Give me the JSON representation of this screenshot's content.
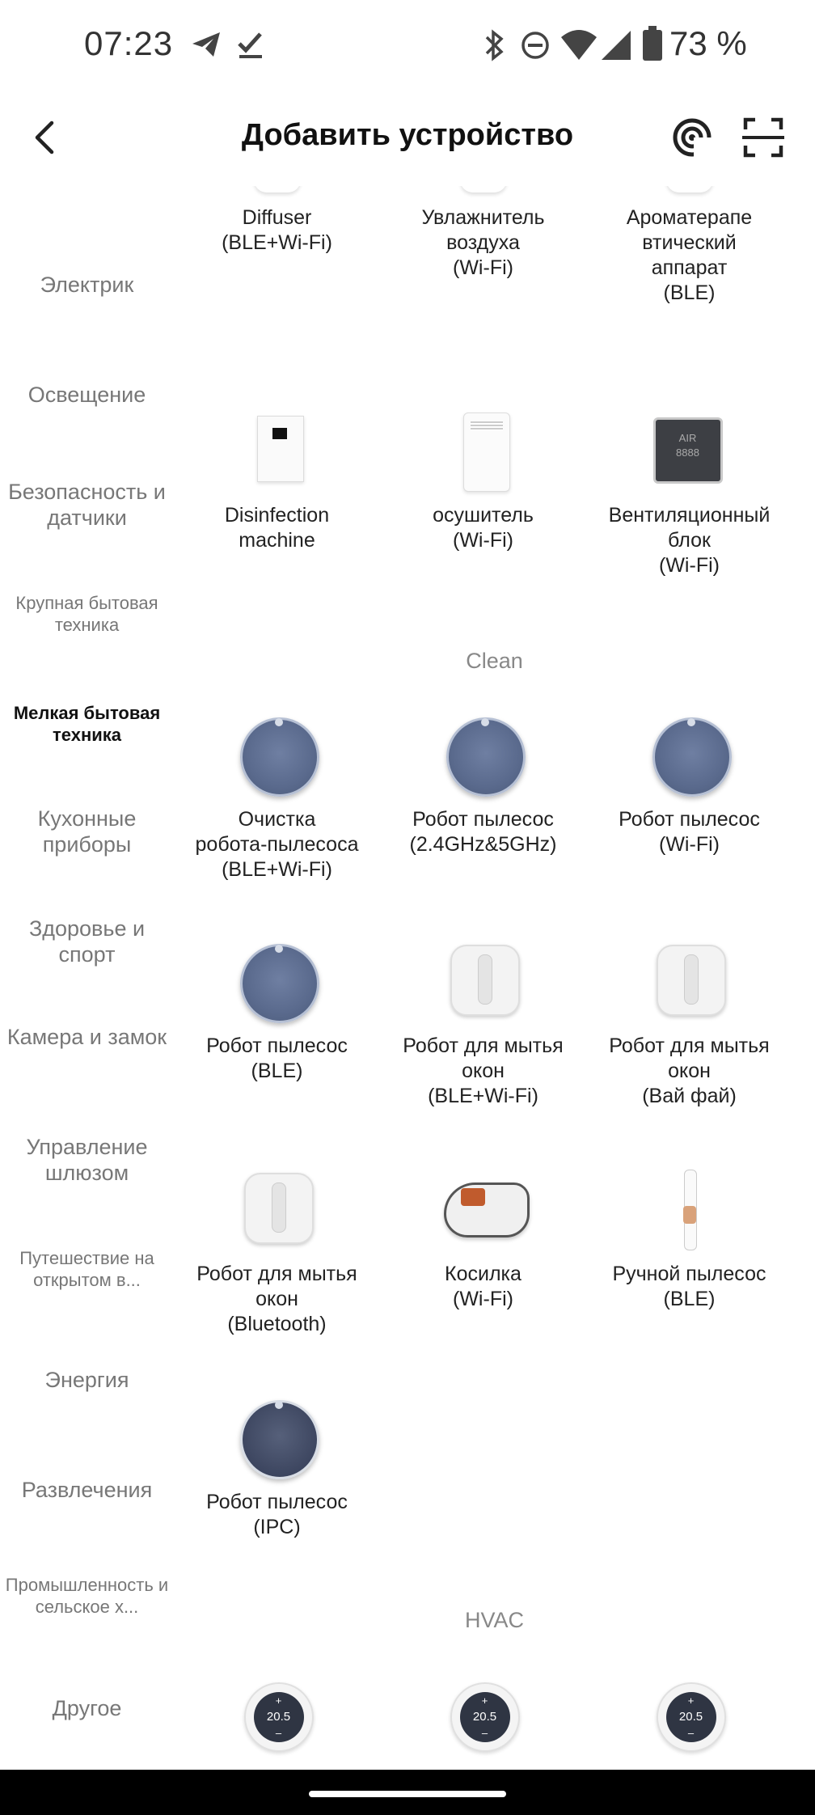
{
  "status_bar": {
    "time": "07:23",
    "battery": "73 %"
  },
  "header": {
    "title": "Добавить устройство"
  },
  "sidebar": {
    "items": [
      {
        "label": "Электрик"
      },
      {
        "label": "Освещение"
      },
      {
        "label": "Безопасность и датчики"
      },
      {
        "label": "Крупная бытовая техника"
      },
      {
        "label": "Мелкая бытовая техника"
      },
      {
        "label": "Кухонные приборы"
      },
      {
        "label": "Здоровье и спорт"
      },
      {
        "label": "Камера и замок"
      },
      {
        "label": "Управление шлюзом"
      },
      {
        "label": "Путешествие на открытом в..."
      },
      {
        "label": "Энергия"
      },
      {
        "label": "Развлечения"
      },
      {
        "label": "Промышленность и сельское х..."
      },
      {
        "label": "Другое"
      }
    ]
  },
  "main": {
    "items": [
      {
        "label": "Diffuser\n(BLE+Wi-Fi)"
      },
      {
        "label": "Увлажнитель\nвоздуха\n(Wi-Fi)"
      },
      {
        "label": "Ароматерапе\nвтический\nаппарат\n(BLE)"
      },
      {
        "label": "Disinfection\nmachine"
      },
      {
        "label": "осушитель\n(Wi-Fi)"
      },
      {
        "label": "Вентиляционный\nблок\n(Wi-Fi)"
      },
      {
        "label": "Очистка\nробота-пылесоса\n(BLE+Wi-Fi)"
      },
      {
        "label": "Робот пылесос\n(2.4GHz&5GHz)"
      },
      {
        "label": "Робот пылесос\n(Wi-Fi)"
      },
      {
        "label": "Робот пылесос\n(BLE)"
      },
      {
        "label": "Робот для мытья\nокон\n(BLE+Wi-Fi)"
      },
      {
        "label": "Робот для мытья\nокон\n(Вай фай)"
      },
      {
        "label": "Робот для мытья\nокон\n(Bluetooth)"
      },
      {
        "label": "Косилка\n(Wi-Fi)"
      },
      {
        "label": "Ручной пылесос\n(BLE)"
      },
      {
        "label": "Робот пылесос\n(IPC)"
      }
    ],
    "sections": {
      "clean": "Clean",
      "hvac": "HVAC"
    },
    "thermostat_reading": "20.5",
    "vent_screen": {
      "line1": "AIR",
      "line2": "8888"
    }
  }
}
